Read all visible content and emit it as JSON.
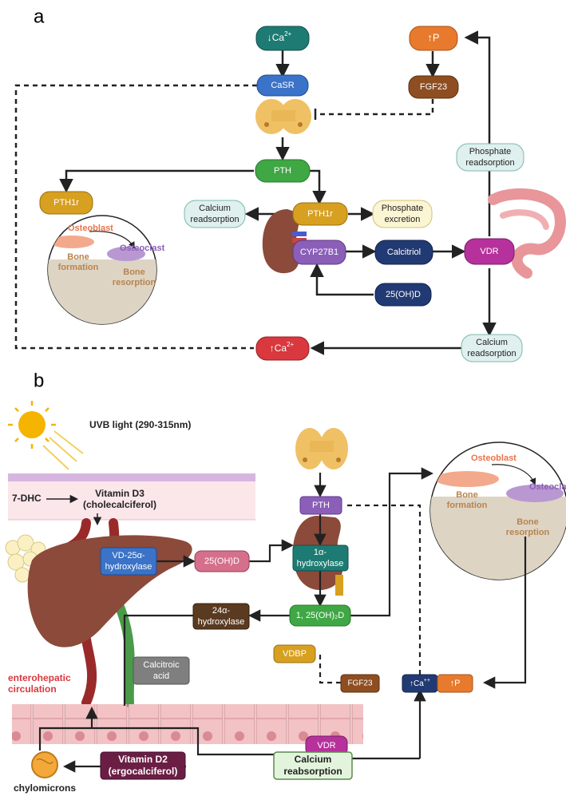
{
  "panel_a": {
    "label": "a",
    "low_ca": "↓Ca",
    "low_ca_sup": "2+",
    "high_p": "↑P",
    "casr": "CaSR",
    "fgf23": "FGF23",
    "pth": "PTH",
    "pth1r_bone": "PTH1r",
    "pth1r_kidney": "PTH1r",
    "calcium_reabsorption_kidney": [
      "Calcium",
      "readsorption"
    ],
    "phosphate_excretion": [
      "Phosphate",
      "excretion"
    ],
    "phosphate_readsorption": [
      "Phosphate",
      "readsorption"
    ],
    "osteoblast": "Osteoblast",
    "osteoclast": "Osteoclast",
    "bone_formation": [
      "Bone",
      "formation"
    ],
    "bone_resorption": [
      "Bone",
      "resorption"
    ],
    "cyp27b1": "CYP27B1",
    "calcitriol": "Calcitriol",
    "vdr": "VDR",
    "ohd": "25(OH)D",
    "calcium_readsorption_gut": [
      "Calcium",
      "readsorption"
    ],
    "high_ca": "↑Ca",
    "high_ca_sup": "2+"
  },
  "panel_b": {
    "label": "b",
    "uvb": "UVB light (290-315nm)",
    "dhc": "7-DHC",
    "vitamin_d3": [
      "Vitamin D3",
      "(cholecalciferol)"
    ],
    "circulation": "circulation",
    "vd25": [
      "VD-25α-",
      "hydroxylase"
    ],
    "ohd": "25(OH)D",
    "pth": "PTH",
    "one_alpha": [
      "1α-",
      "hydroxylase"
    ],
    "osteoblast": "Osteoblast",
    "osteoclast": "Osteoclast",
    "bone_formation": [
      "Bone",
      "formation"
    ],
    "bone_resorption": [
      "Bone",
      "resorption"
    ],
    "hydroxylase_24": [
      "24α-",
      "hydroxylase"
    ],
    "dihydroxy": "1, 25(OH)₂D",
    "vdbp": "VDBP",
    "calcitroic": [
      "Calcitroic",
      "acid"
    ],
    "enterohepatic": [
      "enterohepatic",
      "circulation"
    ],
    "fgf23": "FGF23",
    "high_ca": "↑Ca",
    "high_ca_sup": "++",
    "high_p": "↑P",
    "vdr": "VDR",
    "vitamin_d2": [
      "Vitamin D2",
      "(ergocalciferol)"
    ],
    "calcium_reabsorption": [
      "Calcium",
      "reabsorption"
    ],
    "chylomicrons": "chylomicrons"
  },
  "colors": {
    "teal": "#1e7b73",
    "blue": "#3a73c8",
    "orange": "#e77a2c",
    "brown": "#8e4e21",
    "green": "#3fa744",
    "gold": "#d7a020",
    "lightblue": "#dff0ee",
    "cream": "#fbf5d3",
    "purple": "#8b5fb8",
    "navy": "#223a73",
    "magenta": "#b6319b",
    "red": "#d8383e",
    "pink": "#d4708c",
    "darkbrown": "#5a3a20",
    "gray": "#7f7f7f",
    "wine": "#6b1e44"
  }
}
